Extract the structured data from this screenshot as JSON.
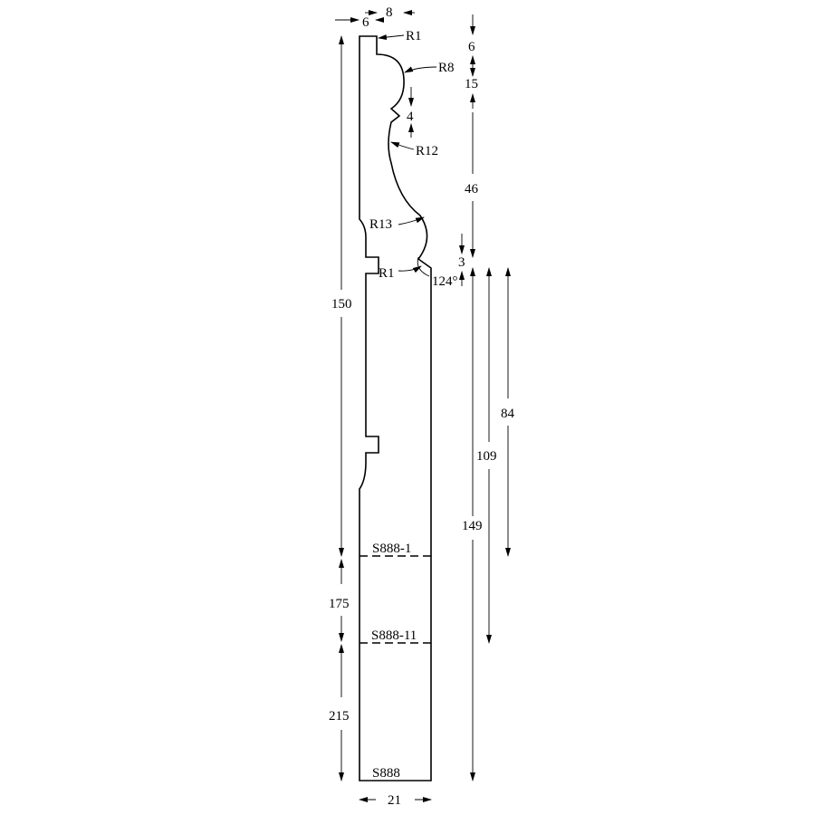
{
  "profile": {
    "dims": {
      "top_left_width": "6",
      "top_total_width": "8",
      "r_top": "R1",
      "r_upper_bead": "R8",
      "r_middle_cove": "R12",
      "r_lower_ogee": "R13",
      "r_tip": "R1",
      "angle": "124°",
      "step_depth": "4",
      "right_6": "6",
      "right_15": "15",
      "right_46": "46",
      "right_3": "3",
      "height_84": "84",
      "height_109": "109",
      "height_149": "149",
      "left_150": "150",
      "left_175": "175",
      "left_215": "215",
      "bottom_width": "21"
    },
    "cut_labels": {
      "s1": "S888-1",
      "s11": "S888-11",
      "base": "S888"
    }
  }
}
